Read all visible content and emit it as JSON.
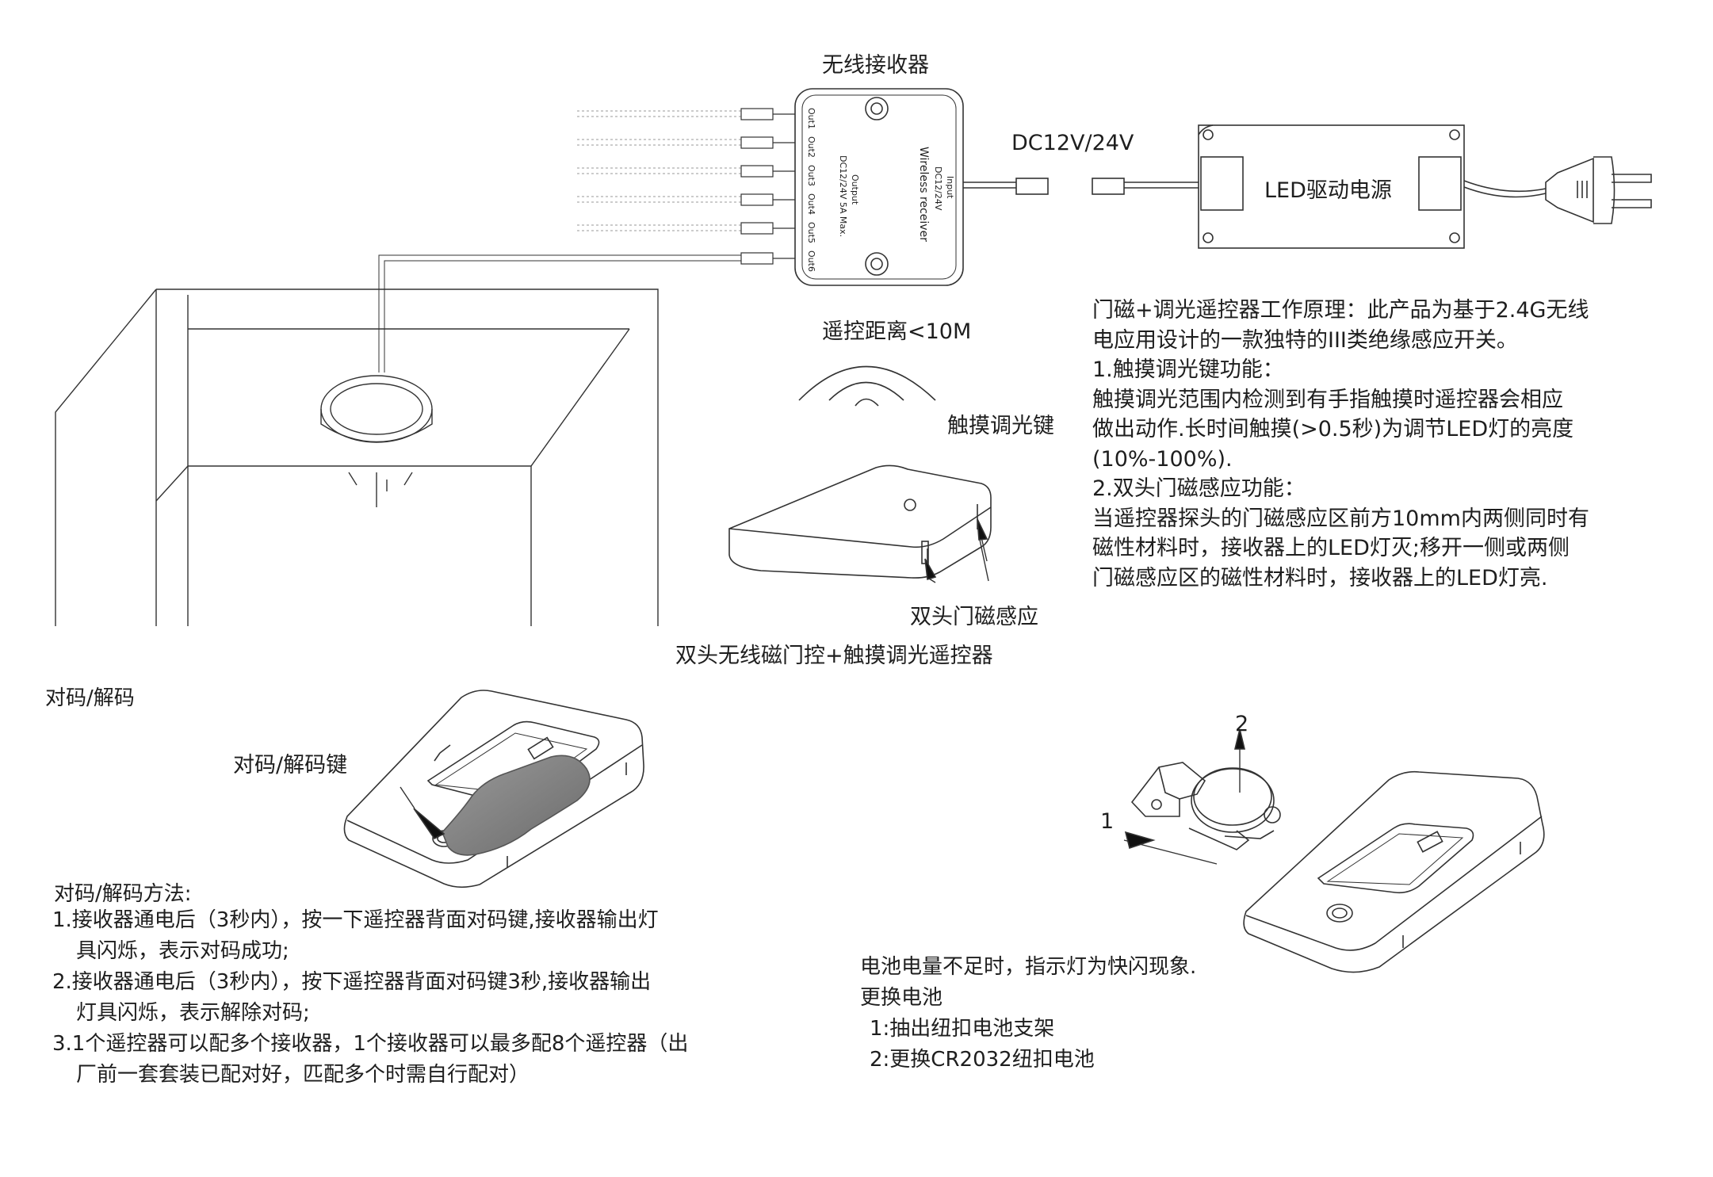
{
  "receiver": {
    "title": "无线接收器",
    "outputs": [
      "Out1",
      "Out2",
      "Out3",
      "Out4",
      "Out5",
      "Out6"
    ],
    "output_label": "Output",
    "output_spec": "DC12/24V 5A Max.",
    "input_label": "Input",
    "input_spec": "DC12/24V",
    "name": "Wireless receiver"
  },
  "power": {
    "voltage_label": "DC12V/24V",
    "driver_label": "LED驱动电源"
  },
  "remote": {
    "distance_label": "遥控距离<10M",
    "touch_label": "触摸调光键",
    "sensor_label": "双头门磁感应",
    "caption": "双头无线磁门控+触摸调光遥控器"
  },
  "principle": {
    "lines": [
      "门磁+调光遥控器工作原理：此产品为基于2.4G无线",
      "电应用设计的一款独特的III类绝缘感应开关。",
      "1.触摸调光键功能：",
      "触摸调光范围内检测到有手指触摸时遥控器会相应",
      "做出动作.长时间触摸(>0.5秒)为调节LED灯的亮度",
      "(10%-100%).",
      "2.双头门磁感应功能：",
      "当遥控器探头的门磁感应区前方10mm内两侧同时有",
      "磁性材料时，接收器上的LED灯灭;移开一侧或两侧",
      "门磁感应区的磁性材料时，接收器上的LED灯亮."
    ]
  },
  "pairing": {
    "heading": "对码/解码",
    "key_label": "对码/解码键",
    "method_title": "对码/解码方法:",
    "lines": [
      "1.接收器通电后（3秒内），按一下遥控器背面对码键,接收器输出灯",
      "具闪烁，表示对码成功;",
      "2.接收器通电后（3秒内），按下遥控器背面对码键3秒,接收器输出",
      "灯具闪烁，表示解除对码;",
      "3.1个遥控器可以配多个接收器，1个接收器可以最多配8个遥控器（出",
      "厂前一套套装已配对好，匹配多个时需自行配对）"
    ]
  },
  "battery": {
    "step1_marker": "1",
    "step2_marker": "2",
    "notice": "电池电量不足时，指示灯为快闪现象.",
    "replace_title": "更换电池",
    "steps": [
      "1:抽出纽扣电池支架",
      "2:更换CR2032纽扣电池"
    ]
  }
}
